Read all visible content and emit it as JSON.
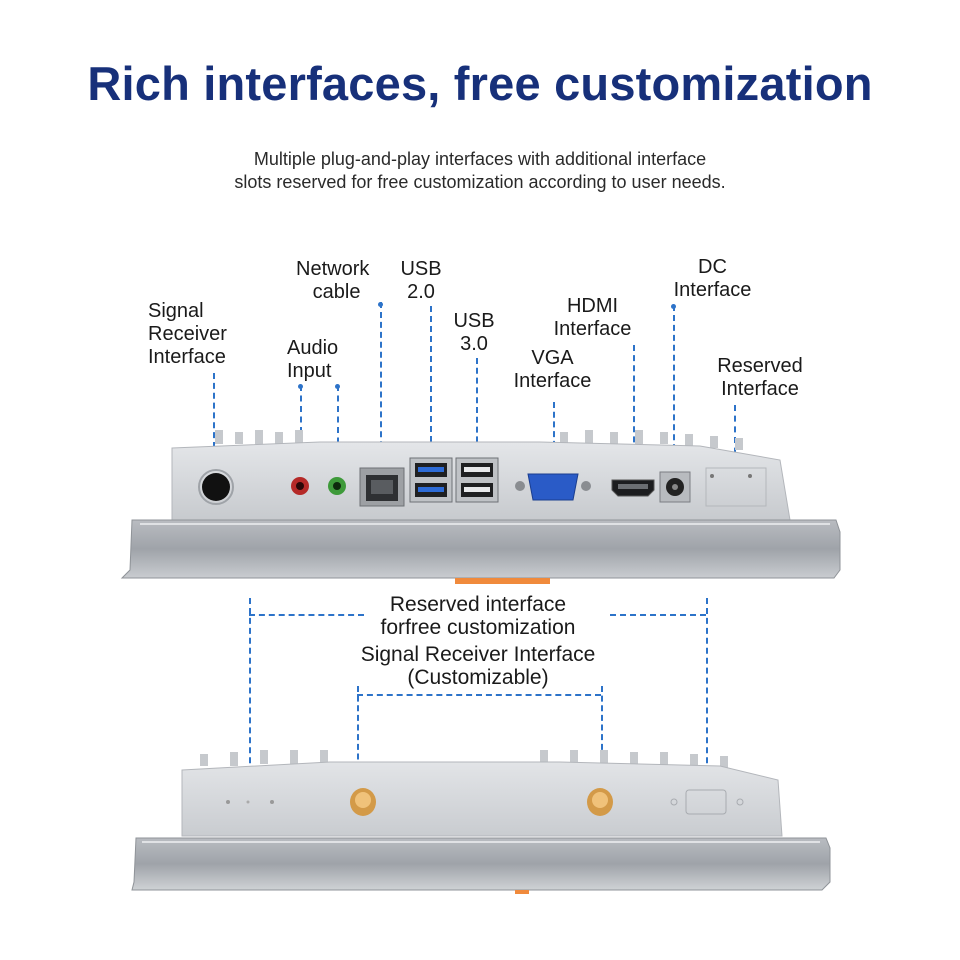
{
  "heading": {
    "title": "Rich interfaces, free customization",
    "subtitle": "Multiple plug-and-play interfaces with additional interface\nslots reserved for free customization according to user needs."
  },
  "top_callouts": {
    "signal_receiver": "Signal\nReceiver\nInterface",
    "audio_input": "Audio\nInput",
    "network_cable": "Network\n   cable",
    "usb20": "USB\n2.0",
    "usb30": "USB\n3.0",
    "hdmi": "HDMI\nInterface",
    "vga": "VGA\nInterface",
    "dc": "DC\nInterface",
    "reserved": "Reserved\nInterface"
  },
  "bottom_callouts": {
    "reserved_custom": "Reserved interface\nforfree customization",
    "signal_custom": "Signal Receiver Interface\n(Customizable)"
  },
  "colors": {
    "title": "#17307a",
    "callout_line": "#2d73c9",
    "chassis": "#d3d5d9",
    "bezel": "#a9acb2",
    "accent_orange": "#f08a3c"
  }
}
